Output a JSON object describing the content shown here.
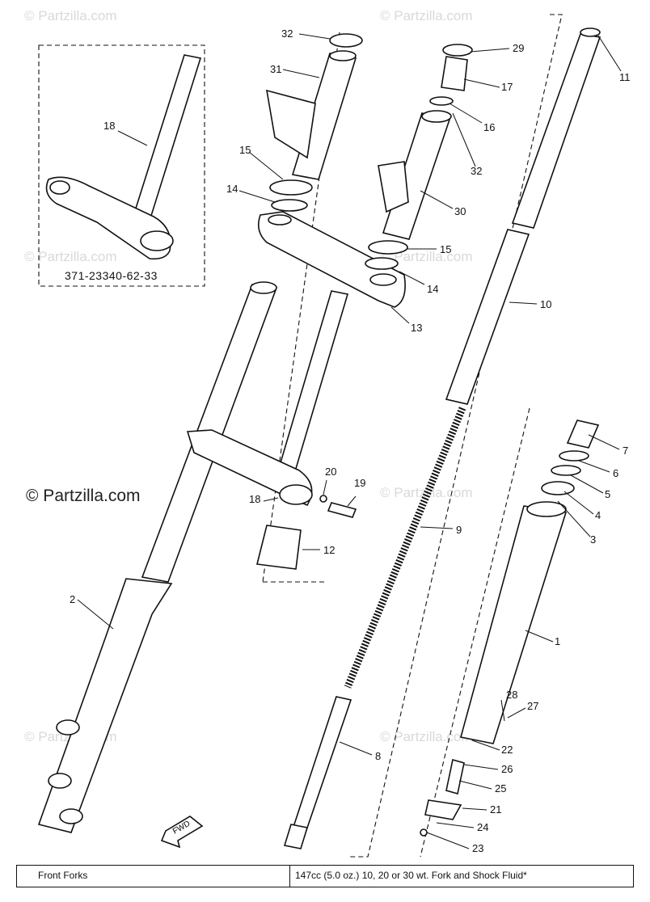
{
  "watermarks": [
    "© Partzilla.com",
    "© Partzilla.com",
    "© Partzilla.com",
    "© Partzilla.com",
    "© Partzilla.com",
    "© Partzilla.com",
    "© Partzilla.com",
    "© Partzilla.com"
  ],
  "watermark_main": "© Partzilla.com",
  "inset_part_number": "371-23340-62-33",
  "callouts": [
    "32",
    "31",
    "29",
    "17",
    "11",
    "16",
    "32",
    "15",
    "14",
    "30",
    "18",
    "15",
    "14",
    "13",
    "10",
    "7",
    "6",
    "5",
    "4",
    "3",
    "20",
    "19",
    "18",
    "9",
    "12",
    "2",
    "1",
    "28",
    "27",
    "22",
    "8",
    "26",
    "25",
    "21",
    "24",
    "23"
  ],
  "fwd_label": "FWD",
  "note_table": {
    "col1": "Front Forks",
    "col2": "147cc (5.0 oz.) 10, 20 or 30 wt. Fork and Shock Fluid*"
  }
}
